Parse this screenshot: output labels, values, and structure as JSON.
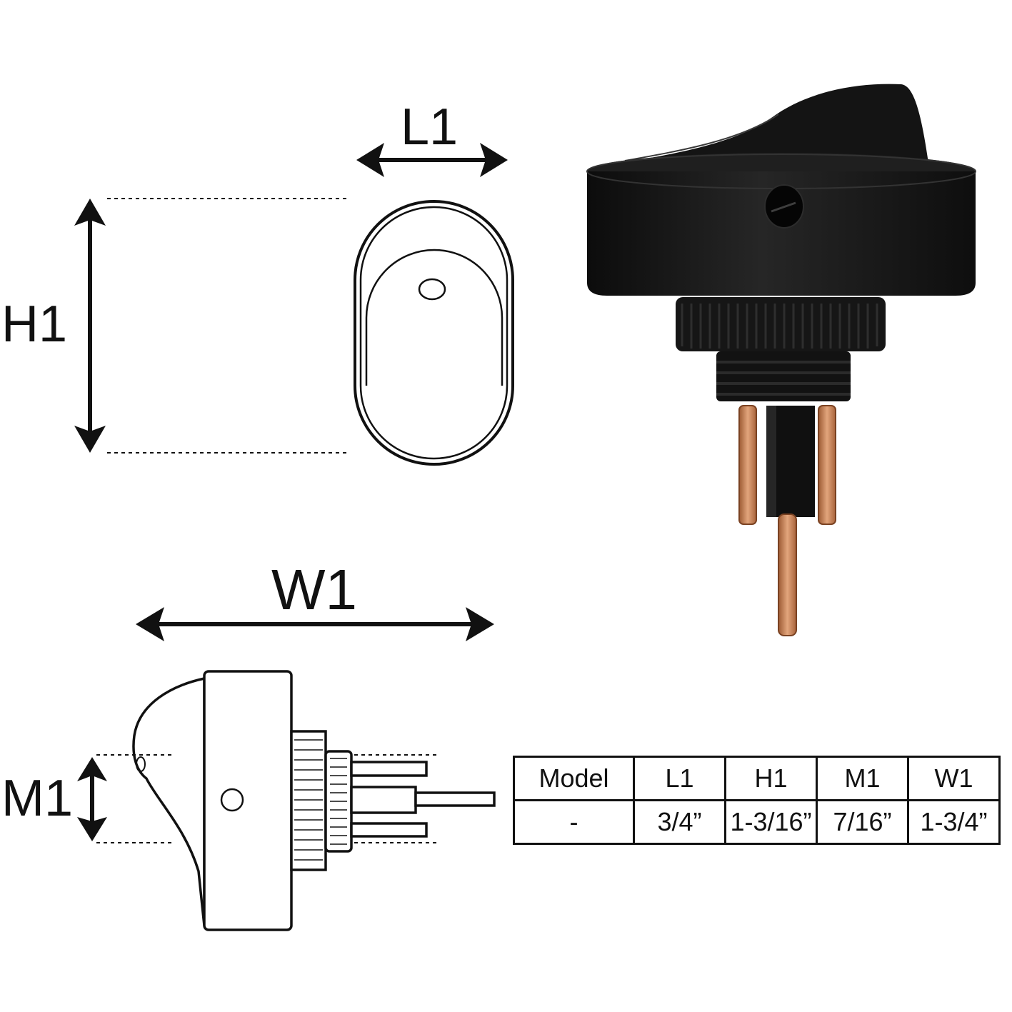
{
  "labels": {
    "l1": "L1",
    "h1": "H1",
    "w1": "W1",
    "m1": "M1"
  },
  "spec_table": {
    "headers": [
      "Model",
      "L1",
      "H1",
      "M1",
      "W1"
    ],
    "row": [
      "-",
      "3/4”",
      "1-3/16”",
      "7/16”",
      "1-3/4”"
    ]
  },
  "colors": {
    "line": "#111111",
    "switch_body": "#151515",
    "copper": "#c98a5e"
  },
  "icons": [
    "rocker-switch-photo",
    "front-view-drawing",
    "side-view-drawing",
    "dimension-arrow"
  ]
}
